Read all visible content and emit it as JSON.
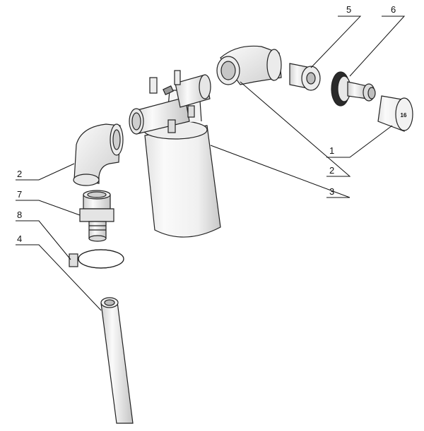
{
  "callouts": {
    "c5": "5",
    "c6": "6",
    "c1": "1",
    "c2_right": "2",
    "c3": "3",
    "c2_left": "2",
    "c7": "7",
    "c8": "8",
    "c4": "4"
  },
  "cap_marking": "16",
  "colors": {
    "stroke": "#222222",
    "part_light": "#f4f4f4",
    "part_mid": "#d9d9d9",
    "part_dark": "#9a9a9a",
    "thread": "#2a2a2a"
  }
}
